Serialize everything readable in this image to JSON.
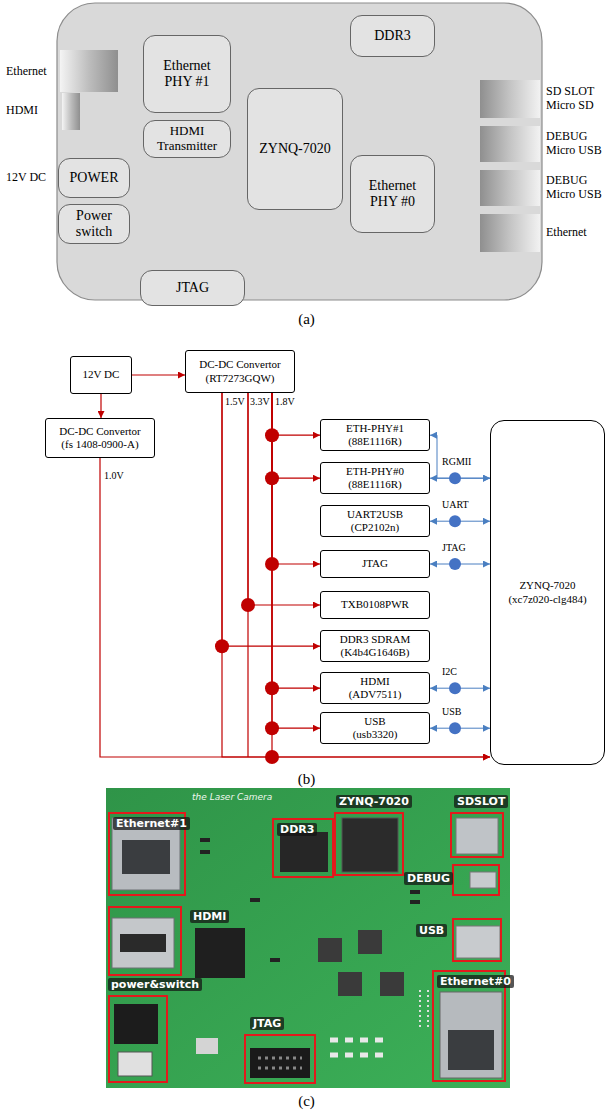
{
  "diagram": {
    "nodes": [
      {
        "text": [
          "Ethernet PHY #1"
        ]
      },
      {
        "text": [
          "DDR3"
        ]
      },
      {
        "text": [
          "HDMI Transmitter"
        ]
      },
      {
        "text": [
          "ZYNQ-7020"
        ]
      },
      {
        "text": [
          "POWER"
        ]
      },
      {
        "text": [
          "Ethernet PHY #0"
        ]
      },
      {
        "text": [
          "Power switch"
        ]
      },
      {
        "text": [
          "JTAG"
        ]
      },
      {
        "text": [
          "12V DC"
        ]
      },
      {
        "text": [
          "DC-DC Convertor (RT7273GQW)"
        ]
      },
      {
        "text": [
          "DC-DC Convertor (fs 1408-0900-A)"
        ]
      },
      {
        "text": [
          "ETH-PHY#1 (88E1116R)"
        ]
      },
      {
        "text": [
          "ETH-PHY#0 (88E1116R)"
        ]
      },
      {
        "text": [
          "UART2USB (CP2102n)"
        ]
      },
      {
        "text": [
          "JTAG"
        ]
      },
      {
        "text": [
          "TXB0108PWR"
        ]
      },
      {
        "text": [
          "DDR3 SDRAM (K4b4G1646B)"
        ]
      },
      {
        "text": [
          "HDMI (ADV7511)"
        ]
      },
      {
        "text": [
          "USB (usb3320)"
        ]
      },
      {
        "text": [
          "ZYNQ-7020 (xc7z020-clg484)"
        ]
      },
      {
        "text": [
          "Ethernet#1"
        ]
      },
      {
        "text": [
          "DDR3"
        ]
      },
      {
        "text": [
          "ZYNQ-7020"
        ]
      },
      {
        "text": [
          "SDSLOT"
        ]
      },
      {
        "text": [
          "DEBUG"
        ]
      },
      {
        "text": [
          "HDMI"
        ]
      },
      {
        "text": [
          "USB"
        ]
      },
      {
        "text": [
          "Ethernet#0"
        ]
      },
      {
        "text": [
          "power&switch"
        ]
      },
      {
        "text": [
          "JTAG"
        ]
      }
    ],
    "edges": [
      {
        "from": 8,
        "to": 9,
        "arrow": "to"
      },
      {
        "from": 8,
        "to": 10,
        "arrow": "to"
      },
      {
        "from": 10,
        "to": 19,
        "arrow": "to"
      },
      {
        "from": 9,
        "to": 11,
        "arrow": "to"
      },
      {
        "from": 9,
        "to": 12,
        "arrow": "to"
      },
      {
        "from": 9,
        "to": 14,
        "arrow": "to"
      },
      {
        "from": 9,
        "to": 15,
        "arrow": "to"
      },
      {
        "from": 9,
        "to": 16,
        "arrow": "to"
      },
      {
        "from": 9,
        "to": 17,
        "arrow": "to"
      },
      {
        "from": 9,
        "to": 18,
        "arrow": "to"
      },
      {
        "from": 9,
        "to": 19,
        "arrow": "to"
      },
      {
        "from": 11,
        "to": 19,
        "arrow": "both"
      },
      {
        "from": 12,
        "to": 19,
        "arrow": "both",
        "label": "RGMII"
      },
      {
        "from": 13,
        "to": 19,
        "arrow": "both",
        "label": "UART"
      },
      {
        "from": 14,
        "to": 19,
        "arrow": "both",
        "label": "JTAG"
      },
      {
        "from": 17,
        "to": 19,
        "arrow": "both",
        "label": "I2C"
      },
      {
        "from": 18,
        "to": 19,
        "arrow": "both",
        "label": "USB"
      }
    ],
    "labels": [
      "Ethernet",
      "HDMI",
      "12V DC",
      "SD SLOT Micro SD",
      "DEBUG Micro USB",
      "DEBUG Micro USB",
      "Ethernet",
      "(a)",
      "1.5V",
      "3.3V",
      "1.8V",
      "1.0V",
      "(b)",
      "the Laser Camera",
      "(c)"
    ]
  }
}
